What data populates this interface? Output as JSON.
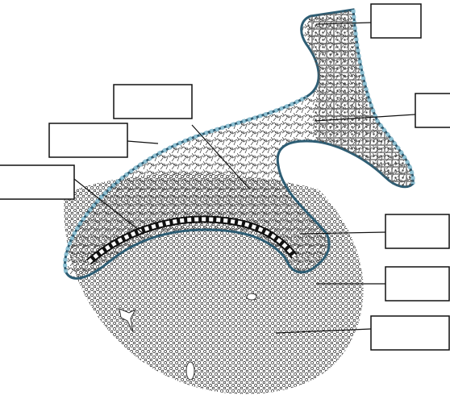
{
  "figure": {
    "labels": [
      {
        "id": "label-box-1",
        "text": ""
      },
      {
        "id": "label-box-2",
        "text": ""
      },
      {
        "id": "label-box-3",
        "text": ""
      },
      {
        "id": "label-box-4",
        "text": ""
      },
      {
        "id": "label-box-5",
        "text": ""
      },
      {
        "id": "label-box-6",
        "text": ""
      },
      {
        "id": "label-box-7",
        "text": ""
      },
      {
        "id": "label-box-8",
        "text": ""
      }
    ],
    "colors": {
      "outer_epithelium": "#2d5d74",
      "outer_epithelium_fill": "#8fc1d3",
      "inner_epithelium": "#111111",
      "pulp_stroke": "#4a4a4a",
      "mesenchyme_dots": "#222222",
      "label_border": "#111111"
    }
  }
}
